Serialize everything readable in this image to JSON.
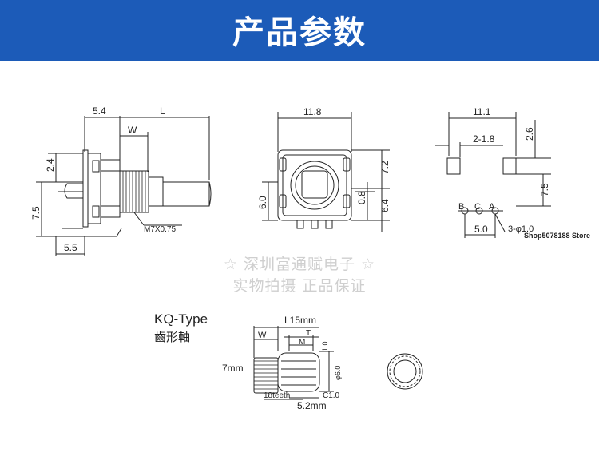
{
  "banner": {
    "title": "产品参数",
    "color": "#1c5bb8"
  },
  "side_view": {
    "dim_top_left": "5.4",
    "dim_top_right": "L",
    "dim_w": "W",
    "dim_height_upper": "2.4",
    "dim_height_lower": "7.5",
    "dim_bottom": "5.5",
    "thread_label": "M7X0.75"
  },
  "front_view": {
    "dim_width": "11.8",
    "dim_right_upper": "7.2",
    "dim_left": "6.0",
    "dim_right_mid": "0.8",
    "dim_right_lower": "6.4"
  },
  "pin_view": {
    "dim_width": "11.1",
    "dim_pin_spacing": "2-1.8",
    "dim_pin_height": "2.6",
    "dim_right": "7.5",
    "pin_labels": [
      "B",
      "C",
      "A"
    ],
    "dim_bottom": "5.0",
    "hole_label": "3-φ1.0",
    "store_label": "Shop5078188 Store"
  },
  "watermark": {
    "line1": "☆ 深圳富通赋电子 ☆",
    "line2": "实物拍摄 正品保证"
  },
  "kq": {
    "title": "KQ-Type",
    "subtitle": "齒形軸",
    "dim_l": "L15mm",
    "dim_w": "W",
    "dim_t": "T",
    "dim_m": "M",
    "dim_1_0": "1.0",
    "dim_diam": "φ6.0",
    "dim_7mm": "7mm",
    "dim_teeth": "18teeth",
    "dim_c1": "C1.0",
    "dim_5_2": "5.2mm"
  }
}
